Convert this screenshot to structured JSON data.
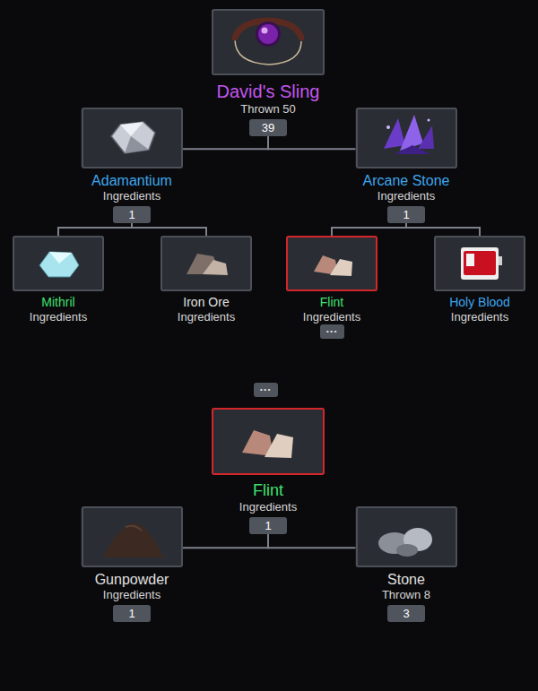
{
  "diagram": {
    "nodes": [
      {
        "text": [
          "David's Sling",
          "Thrown 50",
          "39"
        ]
      },
      {
        "text": [
          "Adamantium",
          "Ingredients",
          "1"
        ]
      },
      {
        "text": [
          "Arcane Stone",
          "Ingredients",
          "1"
        ]
      },
      {
        "text": [
          "Mithril",
          "Ingredients"
        ]
      },
      {
        "text": [
          "Iron Ore",
          "Ingredients"
        ]
      },
      {
        "text": [
          "Flint",
          "Ingredients"
        ]
      },
      {
        "text": [
          "Holy Blood",
          "Ingredients"
        ]
      },
      {
        "text": [
          "Flint",
          "Ingredients",
          "1"
        ]
      },
      {
        "text": [
          "Gunpowder",
          "Ingredients",
          "1"
        ]
      },
      {
        "text": [
          "Stone",
          "Thrown 8",
          "3"
        ]
      }
    ],
    "edges": [
      {
        "from": 0,
        "to": 1,
        "arrow": "none"
      },
      {
        "from": 0,
        "to": 2,
        "arrow": "none"
      },
      {
        "from": 1,
        "to": 3,
        "arrow": "none"
      },
      {
        "from": 1,
        "to": 4,
        "arrow": "none"
      },
      {
        "from": 2,
        "to": 5,
        "arrow": "none"
      },
      {
        "from": 2,
        "to": 6,
        "arrow": "none"
      },
      {
        "from": 7,
        "to": 8,
        "arrow": "none"
      },
      {
        "from": 7,
        "to": 9,
        "arrow": "none"
      }
    ],
    "labels": [
      "···",
      "···"
    ]
  }
}
